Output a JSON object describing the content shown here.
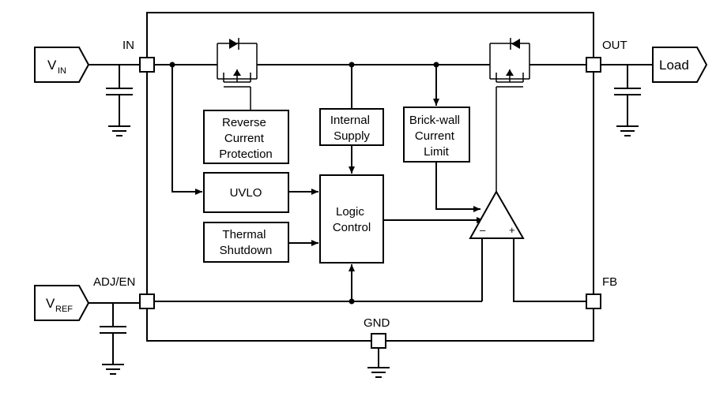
{
  "pins": {
    "in": "IN",
    "out": "OUT",
    "adj_en": "ADJ/EN",
    "fb": "FB",
    "gnd": "GND"
  },
  "terminals": {
    "vin_main": "V",
    "vin_sub": "IN",
    "vref_main": "V",
    "vref_sub": "REF",
    "load": "Load"
  },
  "blocks": {
    "reverse_current": [
      "Reverse",
      "Current",
      "Protection"
    ],
    "internal_supply": [
      "Internal",
      "Supply"
    ],
    "brick_wall": [
      "Brick-wall",
      "Current",
      "Limit"
    ],
    "uvlo": "UVLO",
    "logic_control": [
      "Logic",
      "Control"
    ],
    "thermal_shutdown": [
      "Thermal",
      "Shutdown"
    ]
  },
  "amplifier": {
    "minus": "–",
    "plus": "+"
  }
}
